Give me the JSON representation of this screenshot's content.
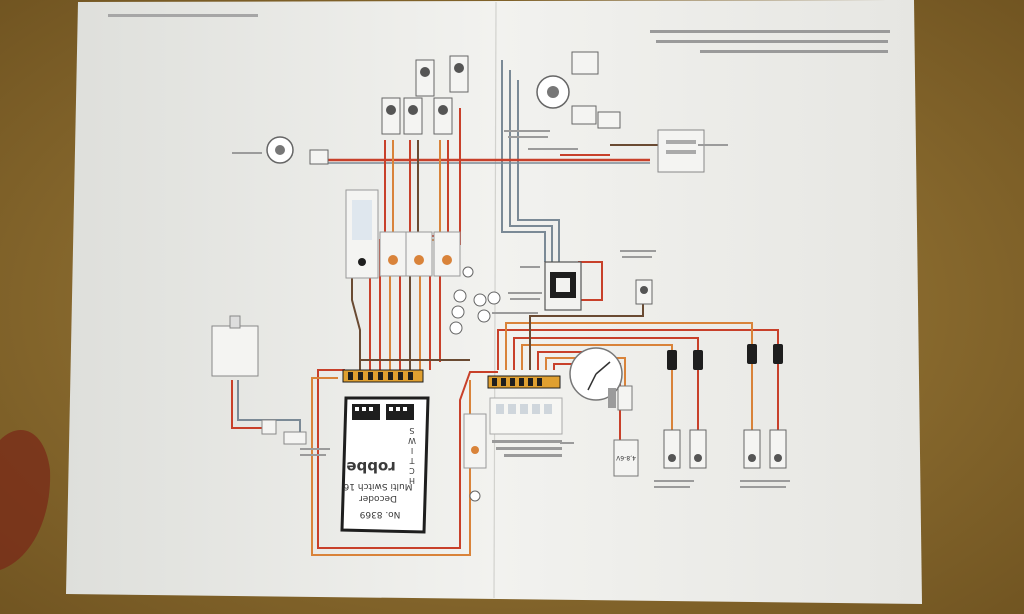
{
  "colors": {
    "table": "#8a6a2e",
    "paper": "#eeeeea",
    "wire_red": "#c8402a",
    "wire_orange": "#d9833a",
    "wire_brown": "#6a4a32",
    "wire_gray": "#7b8a96",
    "module": "#f4f4f2",
    "decoder": "#ffffff",
    "connector": "#e0a030",
    "plug_black": "#1e1e1e"
  },
  "decoder": {
    "brand": "robbe",
    "name_line1": "Multi Switch 16",
    "name_line2": "Decoder",
    "part_no": "No. 8369",
    "switch_letters": [
      "S",
      "W",
      "I",
      "T",
      "C",
      "H"
    ]
  },
  "battery": {
    "label": "4,8-6V"
  },
  "icons": {
    "decoder_connector": "connector-block-icon",
    "motor": "motor-icon",
    "servo": "servo-icon",
    "led": "led-icon",
    "switch": "switch-icon",
    "plug": "plug-icon"
  }
}
